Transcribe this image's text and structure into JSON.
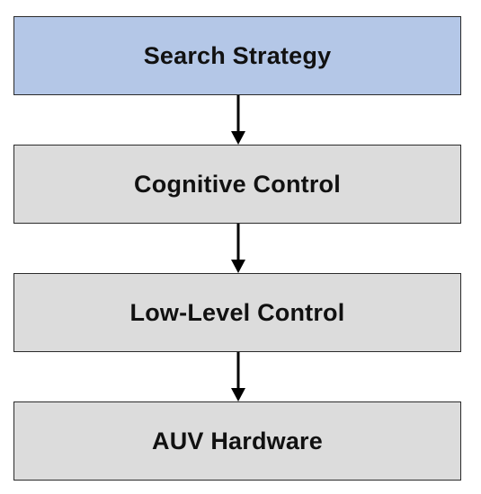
{
  "diagram": {
    "boxes": [
      {
        "label": "Search Strategy",
        "fill": "#b4c7e7"
      },
      {
        "label": "Cognitive Control",
        "fill": "#dcdcdc"
      },
      {
        "label": "Low-Level Control",
        "fill": "#dcdcdc"
      },
      {
        "label": "AUV Hardware",
        "fill": "#dcdcdc"
      }
    ],
    "border_color": "#2b2b2b",
    "arrow_color": "#000000"
  }
}
